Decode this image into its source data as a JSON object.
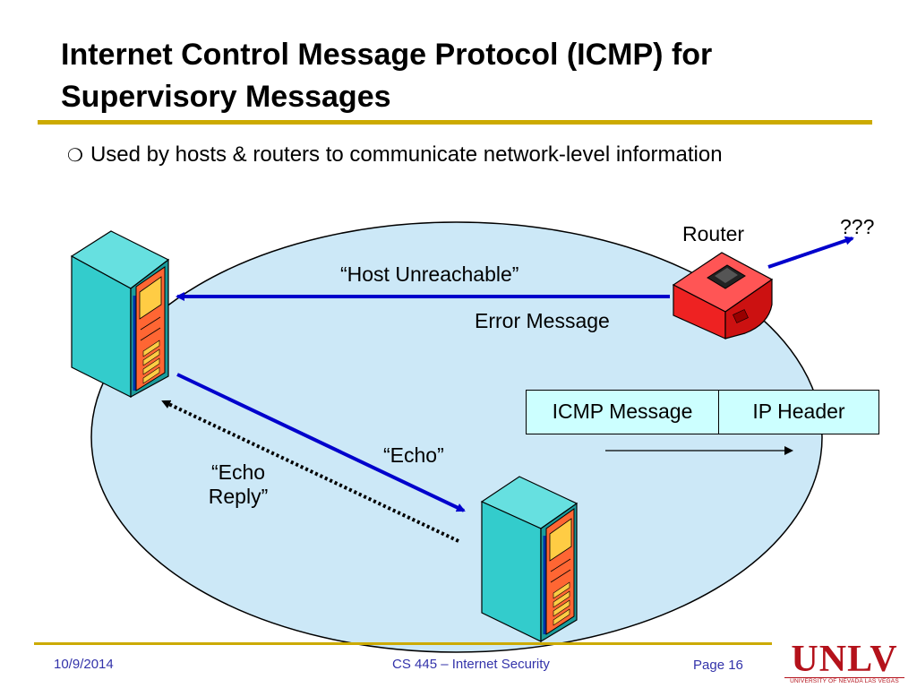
{
  "slide": {
    "title": "Internet Control Message Protocol (ICMP) for Supervisory Messages",
    "bullet_marker": "❍",
    "bullet": "Used by hosts & routers to communicate network-level information",
    "accent_color": "#ccaa00",
    "text_color": "#3333aa"
  },
  "diagram": {
    "router_label": "Router",
    "unknown_label": "???",
    "host_unreachable_label": "“Host Unreachable”",
    "error_message_label": "Error Message",
    "echo_label": "“Echo”",
    "echo_reply_line1": "“Echo",
    "echo_reply_line2": "Reply”",
    "packet": {
      "icmp_message": "ICMP Message",
      "ip_header": "IP Header"
    },
    "colors": {
      "network_fill": "#cce8f7",
      "arrow": "#0000cc",
      "router": "#ff3333",
      "server_body": "#33cccc",
      "server_panel": "#ff6633",
      "packet_fill": "#ccffff"
    }
  },
  "footer": {
    "date": "10/9/2014",
    "course": "CS 445 – Internet Security",
    "page": "Page 16"
  },
  "logo": {
    "wordmark": "UNLV",
    "subtitle": "UNIVERSITY OF NEVADA LAS VEGAS",
    "color": "#b4121b"
  }
}
